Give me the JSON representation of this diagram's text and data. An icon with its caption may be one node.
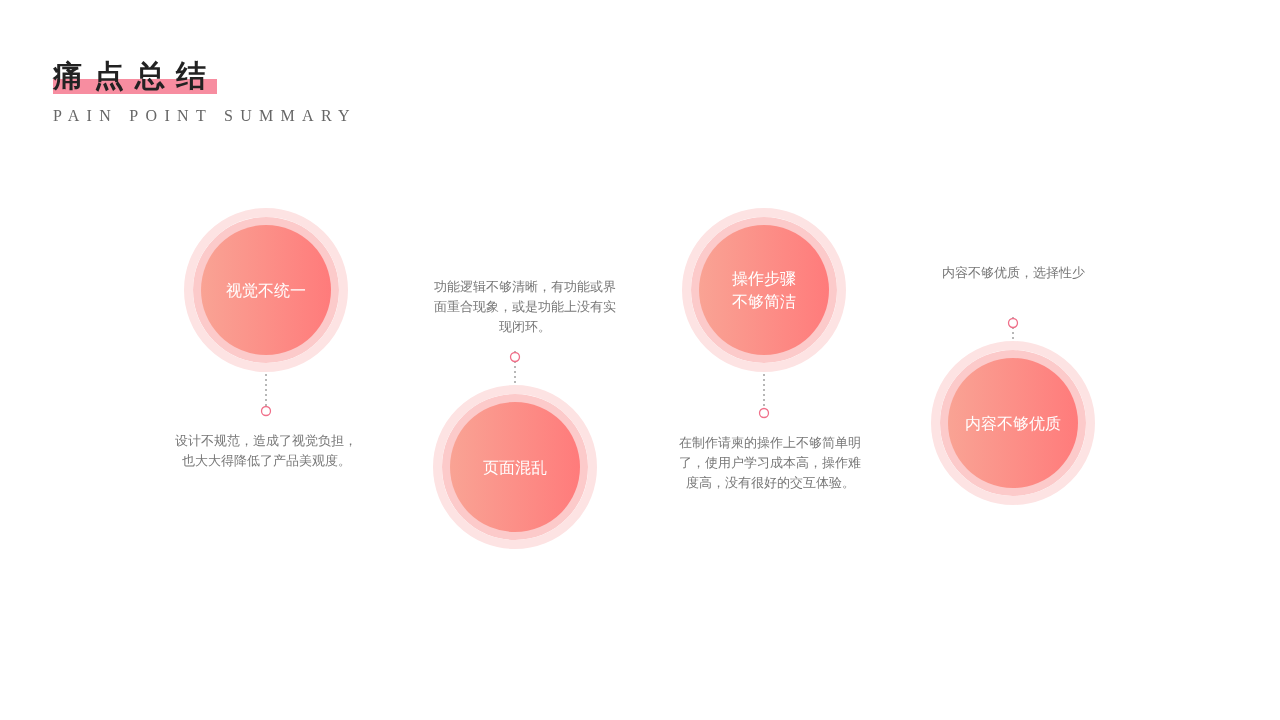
{
  "diagram": {
    "title": "痛点总结",
    "nodes": [
      {
        "text": [
          "视觉不统一"
        ]
      },
      {
        "text": [
          "设计不规范，造成了视觉负担，也大大得降低了产品美观度。"
        ]
      },
      {
        "text": [
          "页面混乱"
        ]
      },
      {
        "text": [
          "功能逻辑不够清晰，有功能或界面重合现象，或是功能上没有实现闭环。"
        ]
      },
      {
        "text": [
          "操作步骤不够简洁"
        ]
      },
      {
        "text": [
          "在制作请柬的操作上不够简单明了，使用户学习成本高，操作难度高，没有很好的交互体验。"
        ]
      },
      {
        "text": [
          "内容不够优质"
        ]
      },
      {
        "text": [
          "内容不够优质，选择性少"
        ]
      }
    ],
    "edges": [
      {
        "from": 0,
        "to": 1,
        "arrow": "other",
        "style": "dashed"
      },
      {
        "from": 2,
        "to": 3,
        "arrow": "other",
        "style": "dashed"
      },
      {
        "from": 4,
        "to": 5,
        "arrow": "other",
        "style": "dashed"
      },
      {
        "from": 6,
        "to": 7,
        "arrow": "other",
        "style": "dashed"
      }
    ],
    "labels": [
      "PAIN POINT SUMMARY"
    ]
  }
}
